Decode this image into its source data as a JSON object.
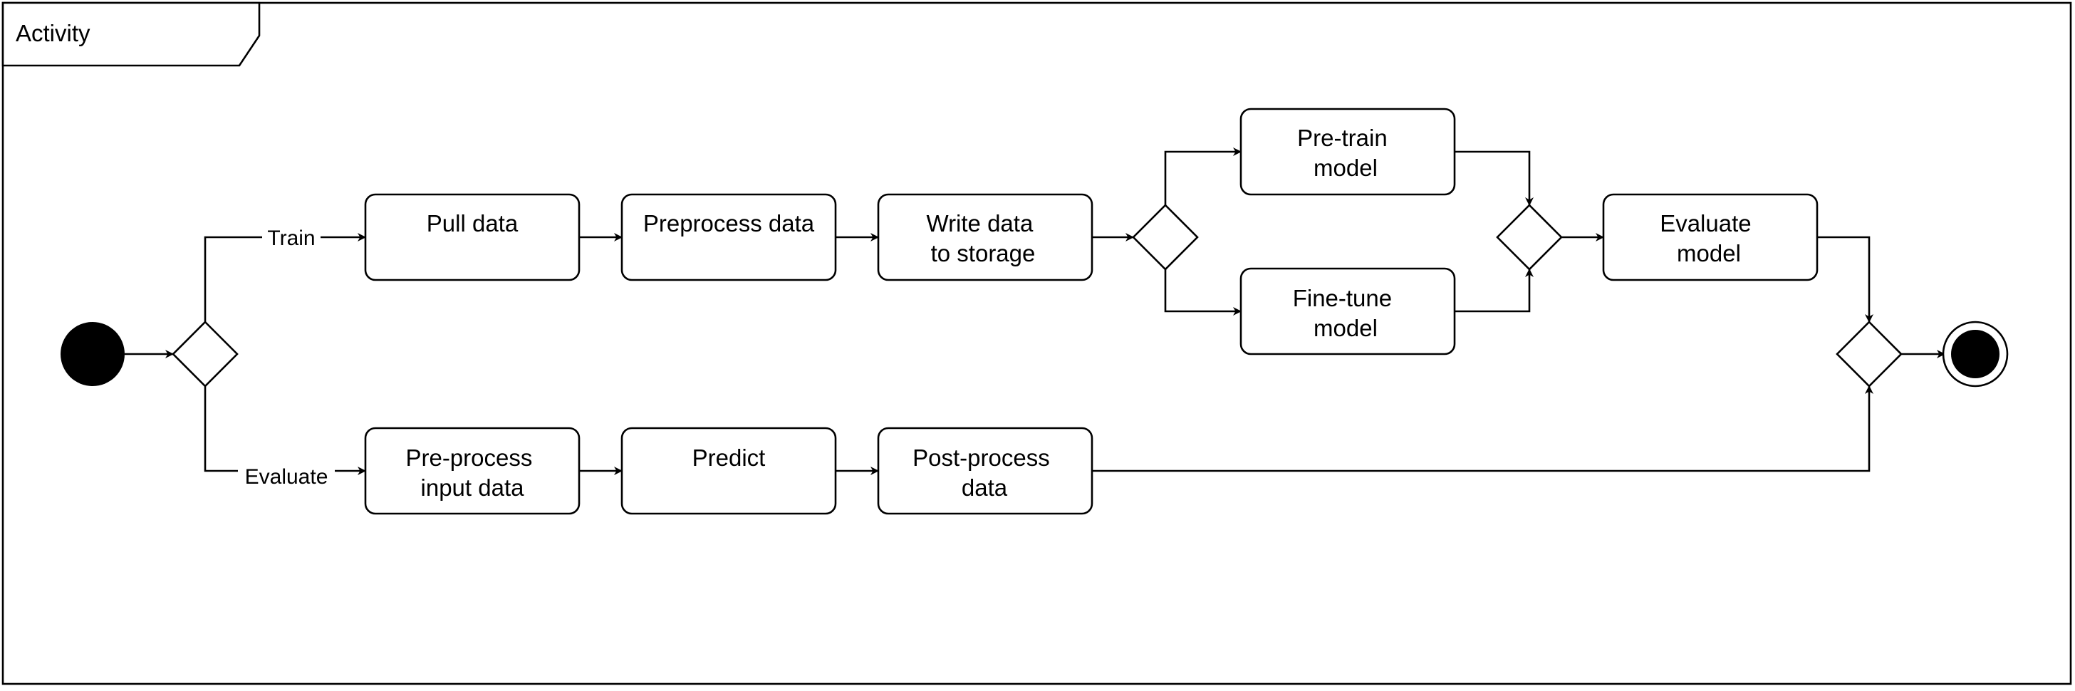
{
  "diagram": {
    "frame_title": "Activity",
    "nodes": {
      "pull": {
        "lines": [
          "Pull data"
        ]
      },
      "preprocess": {
        "lines": [
          "Preprocess data"
        ]
      },
      "write": {
        "lines": [
          "Write data",
          "to storage"
        ]
      },
      "pretrain": {
        "lines": [
          "Pre-train",
          "model"
        ]
      },
      "finetune": {
        "lines": [
          "Fine-tune",
          "model"
        ]
      },
      "evaluate_model": {
        "lines": [
          "Evaluate",
          "model"
        ]
      },
      "preprocess_input": {
        "lines": [
          "Pre-process",
          "input data"
        ]
      },
      "predict": {
        "lines": [
          "Predict"
        ]
      },
      "postprocess": {
        "lines": [
          "Post-process",
          "data"
        ]
      }
    },
    "edge_labels": {
      "train": "Train",
      "evaluate": "Evaluate"
    }
  }
}
